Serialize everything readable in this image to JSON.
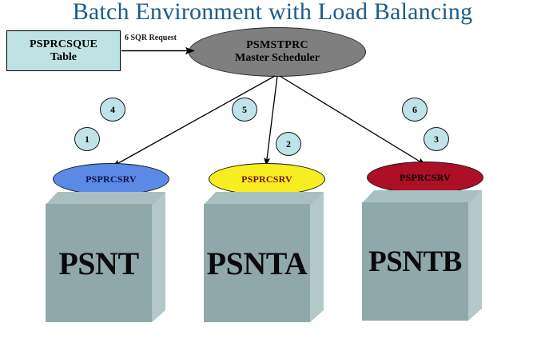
{
  "title": "Batch Environment with Load Balancing",
  "queue": {
    "name": "PSPRCSQUE",
    "subtitle": "Table"
  },
  "edge_label": "6 SQR Request",
  "master": {
    "name": "PSMSTPRC",
    "role": "Master Scheduler"
  },
  "badges": [
    {
      "id": "badge-4",
      "label": "4"
    },
    {
      "id": "badge-1",
      "label": "1"
    },
    {
      "id": "badge-5",
      "label": "5"
    },
    {
      "id": "badge-2",
      "label": "2"
    },
    {
      "id": "badge-6",
      "label": "6"
    },
    {
      "id": "badge-3",
      "label": "3"
    }
  ],
  "servers": [
    {
      "process": "PSPRCSRV",
      "host": "PSNT",
      "process_color": "#5b8ae6",
      "process_text_color": "#0d1442"
    },
    {
      "process": "PSPRCSRV",
      "host": "PSNTA",
      "process_color": "#f6ee20",
      "process_text_color": "#7a0f14"
    },
    {
      "process": "PSPRCSRV",
      "host": "PSNTB",
      "process_color": "#ac0f26",
      "process_text_color": "#000000"
    }
  ],
  "colors": {
    "title": "#1a5e8a",
    "queue_fill": "#bfe3e3",
    "master_fill": "#7f7f7f",
    "badge_fill": "#bfe3e8",
    "box_front": "#8fa9ab",
    "box_top": "#a9c0c1",
    "box_side": "#b2c8c9",
    "arrow": "#000000"
  }
}
